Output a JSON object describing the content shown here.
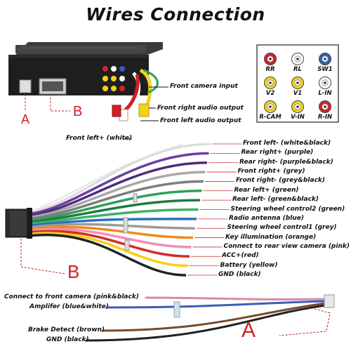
{
  "title": "Wires Connection",
  "top_callouts": {
    "front_camera_input": "Front camera input",
    "front_right_audio_output": "Front right audio output",
    "front_left_audio_output": "Front left audio output",
    "marker_a": "A",
    "marker_b": "B"
  },
  "jack_panel": {
    "jacks": [
      {
        "label": "RR",
        "color": "#d32027"
      },
      {
        "label": "RL",
        "color": "#ffffff"
      },
      {
        "label": "SW1",
        "color": "#2f5fb5"
      },
      {
        "label": "V2",
        "color": "#f2d31b"
      },
      {
        "label": "V1",
        "color": "#f2d31b"
      },
      {
        "label": "L-IN",
        "color": "#ffffff"
      },
      {
        "label": "R-CAM",
        "color": "#f2d31b"
      },
      {
        "label": "V-IN",
        "color": "#f2d31b"
      },
      {
        "label": "R-IN",
        "color": "#d32027"
      }
    ]
  },
  "harness_b": {
    "marker": "B",
    "left_label": "Front left+ (white)",
    "wires": [
      {
        "label": "Front left- (white&black)",
        "color": "#e6e6e6"
      },
      {
        "label": "Rear right+ (purple)",
        "color": "#6b3fa0"
      },
      {
        "label": "Rear right- (purple&black)",
        "color": "#4b2d78"
      },
      {
        "label": "Front right+ (grey)",
        "color": "#a8a8a8"
      },
      {
        "label": "Front right- (grey&black)",
        "color": "#7d7d7d"
      },
      {
        "label": "Rear left+ (green)",
        "color": "#2fa05a"
      },
      {
        "label": "Rear left- (green&black)",
        "color": "#1f7a44"
      },
      {
        "label": "Steering wheel control2 (green)",
        "color": "#3fb068"
      },
      {
        "label": "Radio antenna (blue)",
        "color": "#2d6fc0"
      },
      {
        "label": "Steering wheel control1 (grey)",
        "color": "#9c9c9c"
      },
      {
        "label": "Key illumination (orange)",
        "color": "#f08a1c"
      },
      {
        "label": "Connect to rear view camera (pink)",
        "color": "#f08fb5"
      },
      {
        "label": "ACC+(red)",
        "color": "#d62b2b"
      },
      {
        "label": "Battery (yellow)",
        "color": "#f5cf17"
      },
      {
        "label": "GND (black)",
        "color": "#222222"
      }
    ]
  },
  "harness_a": {
    "marker": "A",
    "wires": [
      {
        "label": "Connect to front camera (pink&black)",
        "color": "#d98aa8"
      },
      {
        "label": "Amplifer (blue&white)",
        "color": "#3a5fb8"
      },
      {
        "label": "Brake Detect (brown)",
        "color": "#7a4a2a"
      },
      {
        "label": "GND (black)",
        "color": "#222222"
      }
    ]
  }
}
